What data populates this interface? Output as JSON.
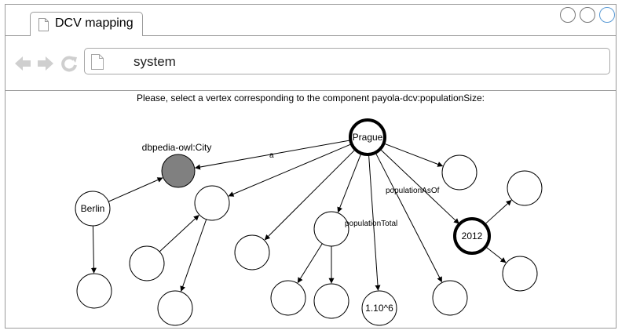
{
  "browser": {
    "tab_title": "DCV mapping",
    "address_text": "system"
  },
  "instruction": "Please, select a vertex corresponding to the component payola-dcv:populationSize:",
  "graph": {
    "nodes": [
      {
        "id": "prague",
        "label": "Prague",
        "style": "bold"
      },
      {
        "id": "city",
        "label": "",
        "style": "filled"
      },
      {
        "id": "berlin",
        "label": "Berlin",
        "style": "normal"
      },
      {
        "id": "n_top_right",
        "label": "",
        "style": "normal"
      },
      {
        "id": "n_2012",
        "label": "2012",
        "style": "bold"
      },
      {
        "id": "n_tr2",
        "label": "",
        "style": "normal"
      },
      {
        "id": "n_br2",
        "label": "",
        "style": "normal"
      },
      {
        "id": "n_mid_left",
        "label": "",
        "style": "normal"
      },
      {
        "id": "n_left_low",
        "label": "",
        "style": "normal"
      },
      {
        "id": "n_left_bottom",
        "label": "",
        "style": "normal"
      },
      {
        "id": "n_berlin_below",
        "label": "",
        "style": "normal"
      },
      {
        "id": "n_mid",
        "label": "",
        "style": "normal"
      },
      {
        "id": "n_center",
        "label": "",
        "style": "normal"
      },
      {
        "id": "n_bottom1",
        "label": "",
        "style": "normal"
      },
      {
        "id": "n_bottom2",
        "label": "",
        "style": "normal"
      },
      {
        "id": "n_pop_total",
        "label": "1.10^6",
        "style": "normal"
      },
      {
        "id": "n_bottom4",
        "label": "",
        "style": "normal"
      }
    ],
    "external_labels": [
      {
        "node": "city",
        "text": "dbpedia-owl:City"
      }
    ],
    "edges": [
      {
        "from": "prague",
        "to": "city",
        "label": "a"
      },
      {
        "from": "prague",
        "to": "n_mid_left",
        "label": ""
      },
      {
        "from": "prague",
        "to": "n_mid",
        "label": ""
      },
      {
        "from": "prague",
        "to": "n_center",
        "label": ""
      },
      {
        "from": "prague",
        "to": "n_top_right",
        "label": ""
      },
      {
        "from": "prague",
        "to": "n_2012",
        "label": "populationAsOf"
      },
      {
        "from": "prague",
        "to": "n_pop_total",
        "label": "populationTotal"
      },
      {
        "from": "prague",
        "to": "n_bottom4",
        "label": ""
      },
      {
        "from": "berlin",
        "to": "city",
        "label": ""
      },
      {
        "from": "berlin",
        "to": "n_berlin_below",
        "label": ""
      },
      {
        "from": "n_left_low",
        "to": "n_mid_left",
        "label": ""
      },
      {
        "from": "n_mid_left",
        "to": "n_left_bottom",
        "label": ""
      },
      {
        "from": "n_center",
        "to": "n_bottom1",
        "label": ""
      },
      {
        "from": "n_center",
        "to": "n_bottom2",
        "label": ""
      },
      {
        "from": "n_2012",
        "to": "n_tr2",
        "label": ""
      },
      {
        "from": "n_2012",
        "to": "n_br2",
        "label": ""
      }
    ]
  }
}
